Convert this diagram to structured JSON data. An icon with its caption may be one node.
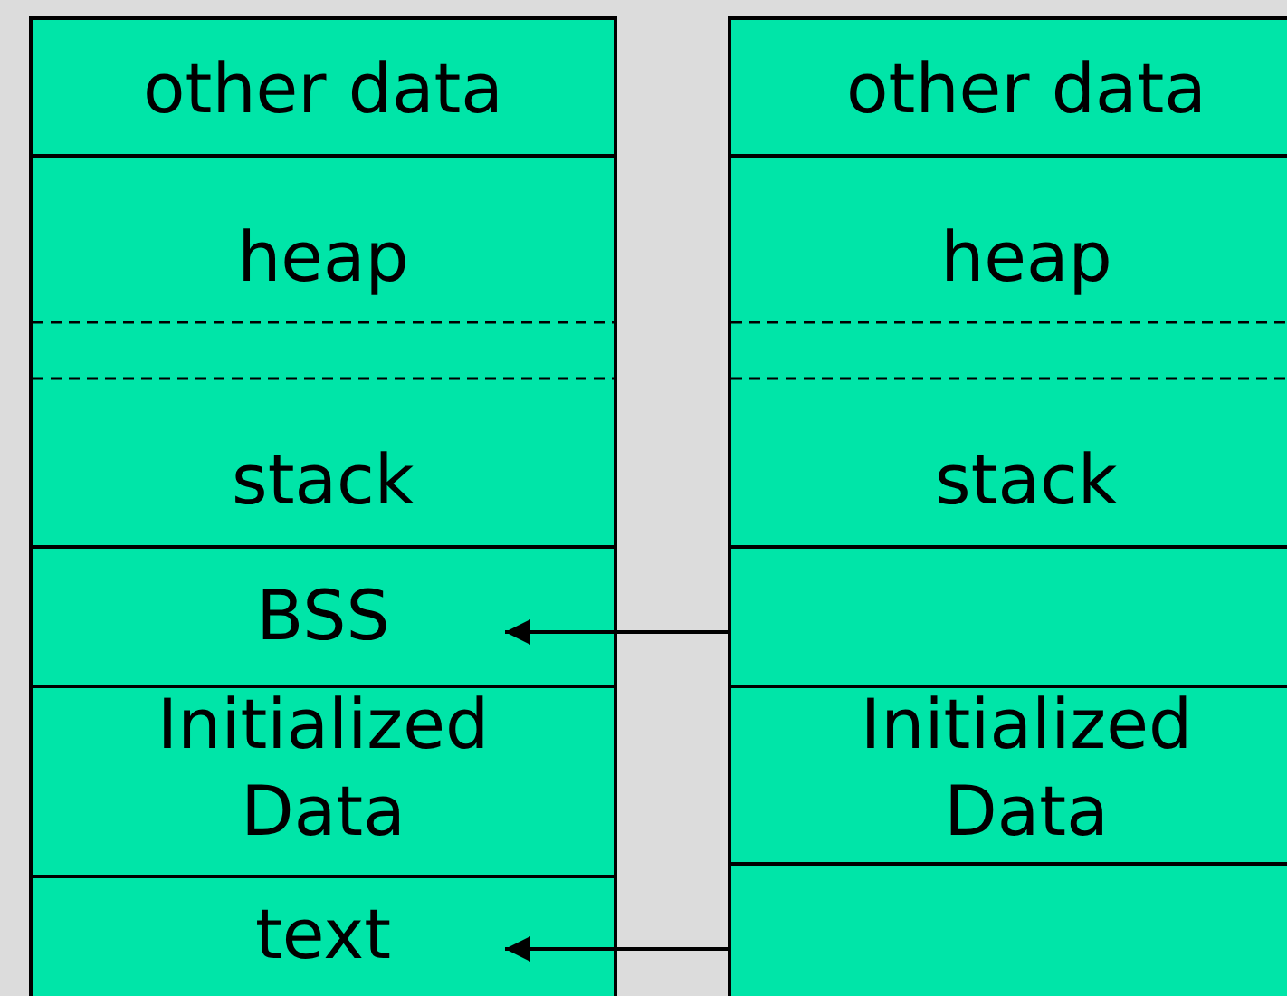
{
  "diagram": {
    "nodes": [
      {
        "text": [
          "other data"
        ]
      },
      {
        "text": [
          "heap",
          "stack"
        ]
      },
      {
        "text": [
          "BSS"
        ]
      },
      {
        "text": [
          "Initialized Data"
        ]
      },
      {
        "text": [
          "text"
        ]
      },
      {
        "text": [
          "other data"
        ]
      },
      {
        "text": [
          "heap",
          "stack"
        ]
      },
      {
        "text": [],
        "shape": "box"
      },
      {
        "text": [
          "Initialized Data"
        ]
      },
      {
        "text": [],
        "shape": "box"
      }
    ],
    "edges": [
      {
        "from": 7,
        "to": 2,
        "arrow": "to"
      },
      {
        "from": 9,
        "to": 4,
        "arrow": "to"
      }
    ]
  }
}
